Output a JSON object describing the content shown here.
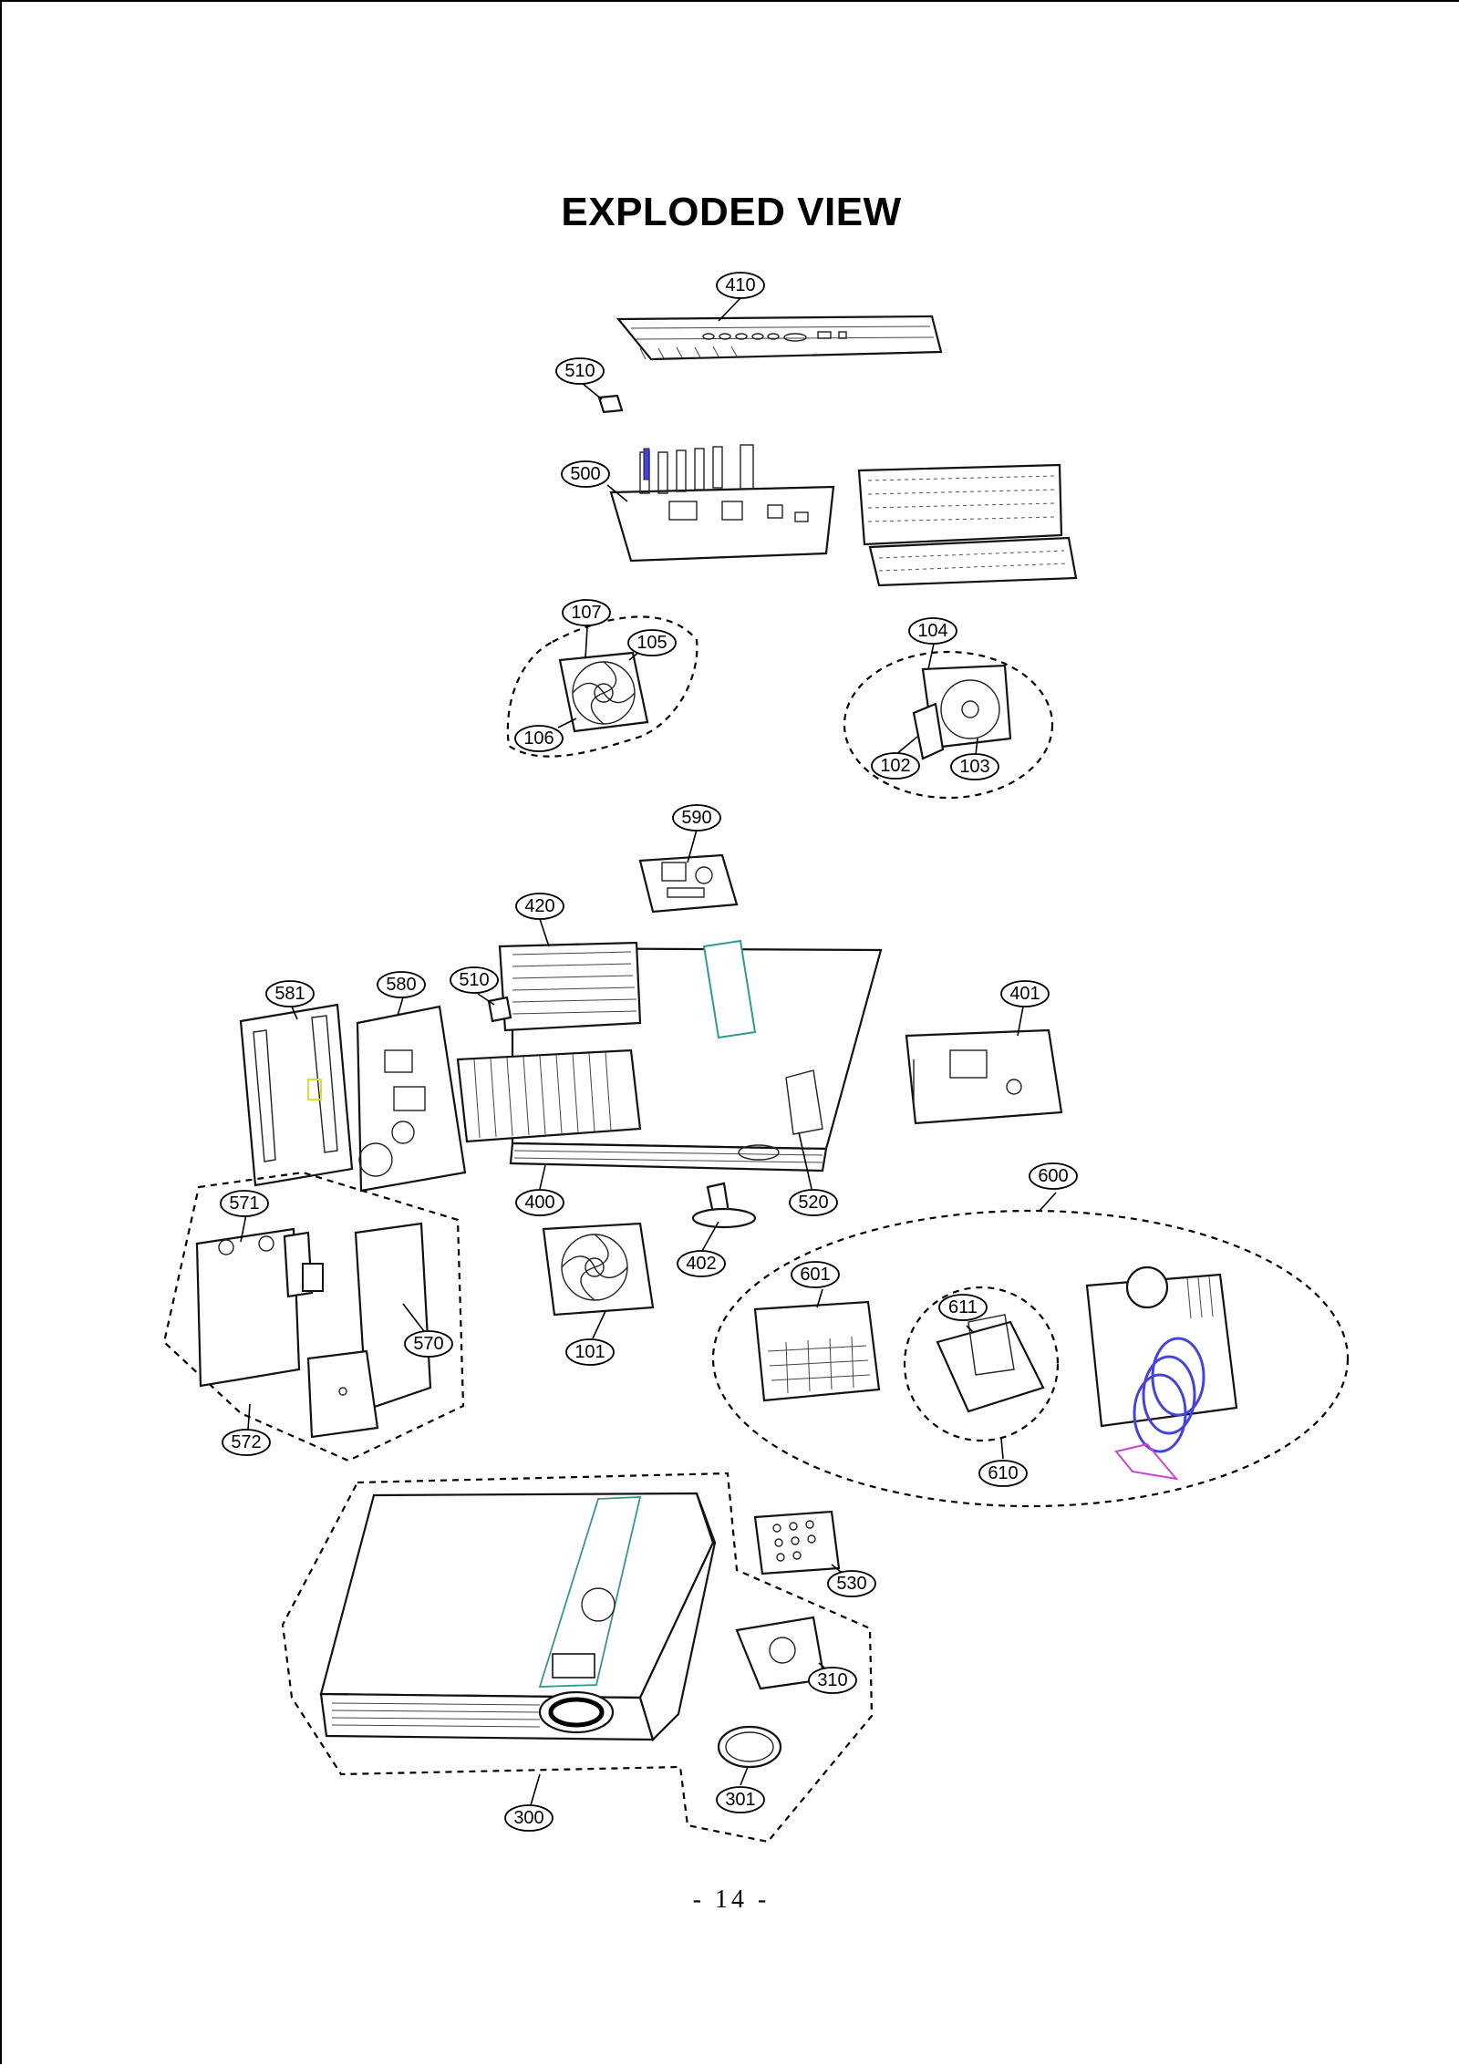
{
  "title": "EXPLODED VIEW",
  "page_number": "- 14 -",
  "callouts": {
    "c410": "410",
    "c510a": "510",
    "c500": "500",
    "c107": "107",
    "c105": "105",
    "c106": "106",
    "c104": "104",
    "c102": "102",
    "c103": "103",
    "c590": "590",
    "c420": "420",
    "c581": "581",
    "c580": "580",
    "c510b": "510",
    "c401": "401",
    "c400": "400",
    "c520": "520",
    "c600": "600",
    "c571": "571",
    "c570": "570",
    "c572": "572",
    "c402": "402",
    "c101": "101",
    "c601": "601",
    "c611": "611",
    "c610": "610",
    "c530": "530",
    "c310": "310",
    "c301": "301",
    "c300": "300"
  },
  "colors": {
    "line": "#000000",
    "accent_blue": "#4444dd",
    "accent_magenta": "#cc44cc",
    "accent_green": "#339988"
  }
}
